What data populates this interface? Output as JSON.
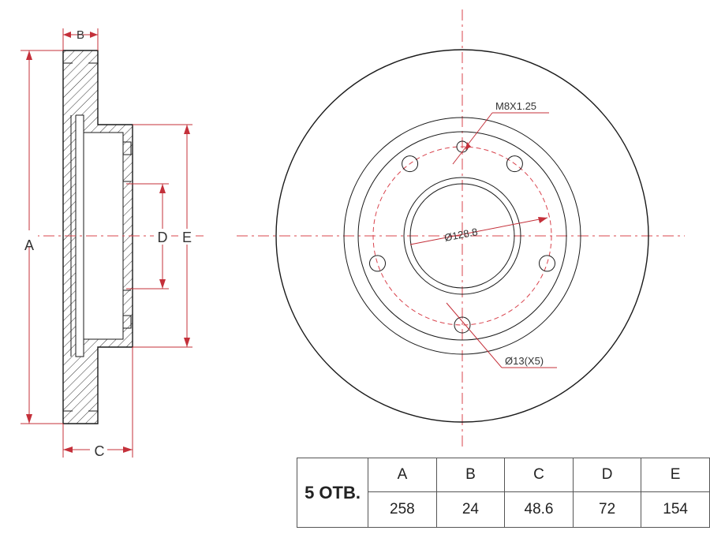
{
  "labels": {
    "A": "A",
    "B": "B",
    "C": "C",
    "D": "D",
    "E": "E"
  },
  "callouts": {
    "thread": "M8X1.25",
    "center_bore": "Ø128.8",
    "bolt_holes": "Ø13(X5)"
  },
  "spec_table": {
    "holes_label": "5 ОТВ.",
    "headers": [
      "A",
      "B",
      "C",
      "D",
      "E"
    ],
    "values": [
      "258",
      "24",
      "48.6",
      "72",
      "154"
    ]
  },
  "colors": {
    "dimension": "#c4303a",
    "outline": "#1a1a1a"
  }
}
